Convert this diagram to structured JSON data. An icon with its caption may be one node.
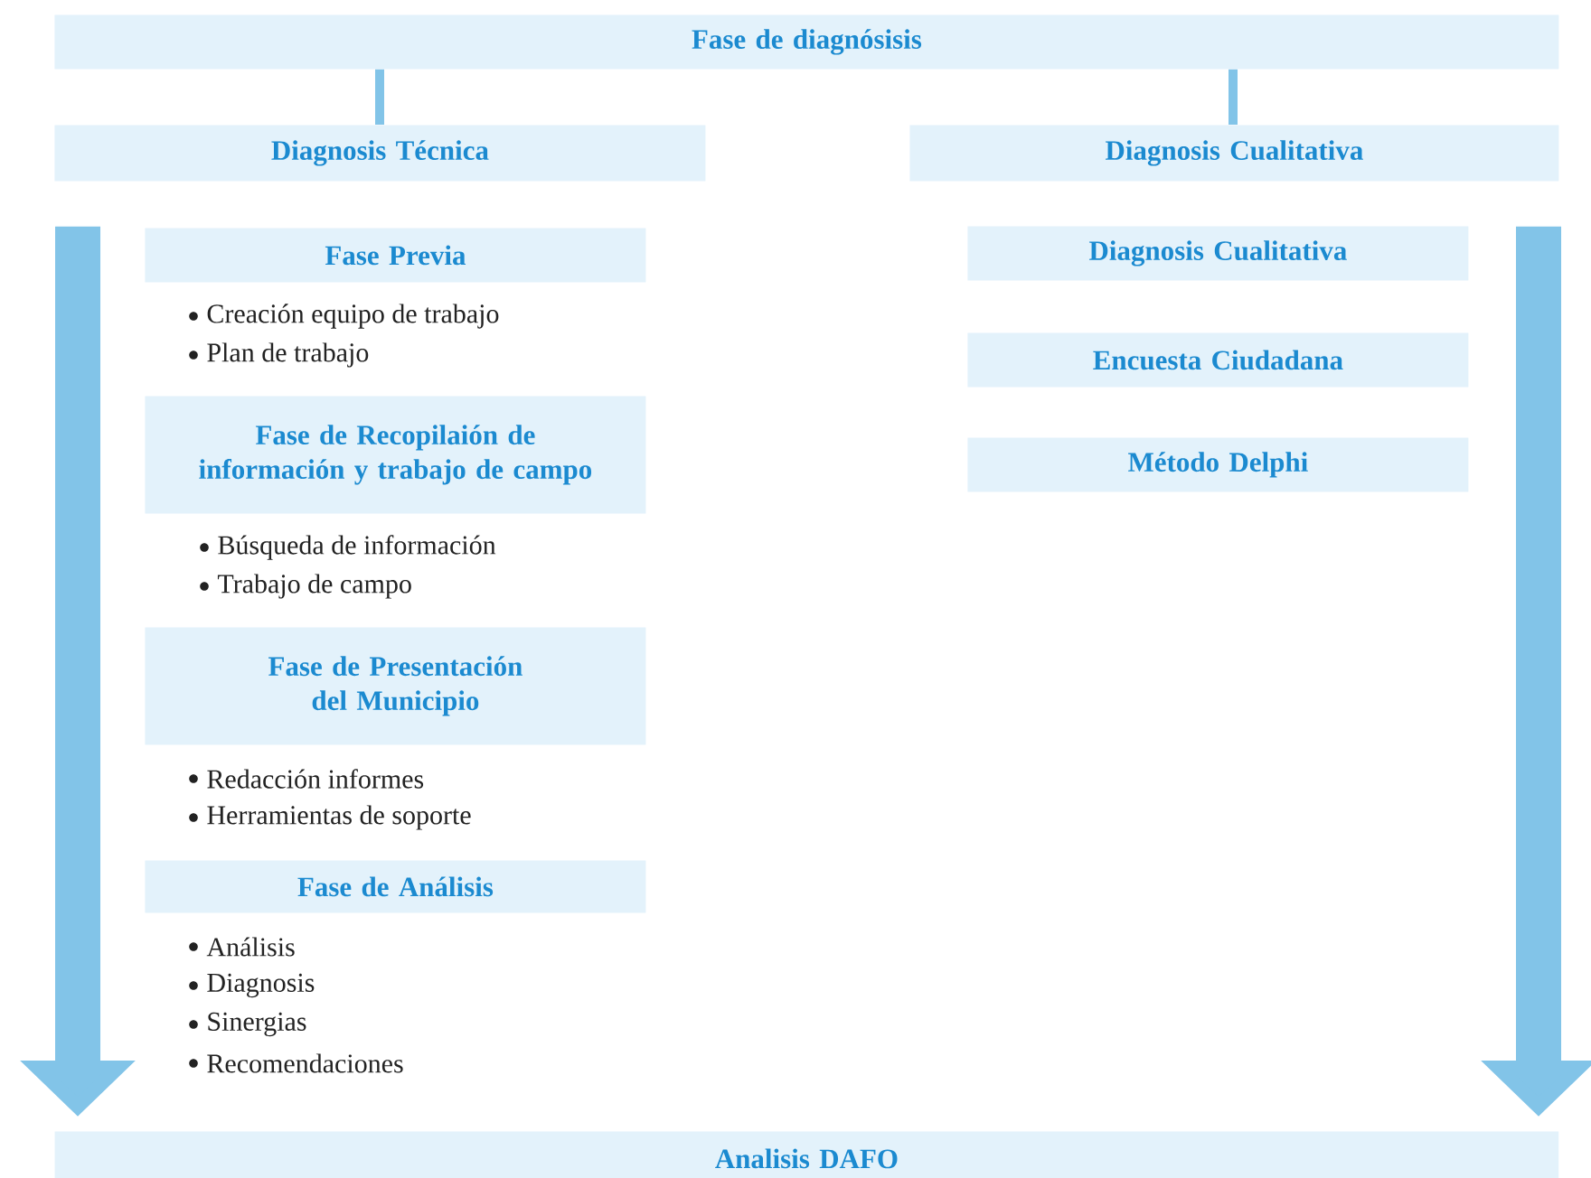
{
  "diagram": {
    "nodes": [
      {
        "text": [
          "Fase de diagnósisis"
        ]
      },
      {
        "text": [
          "Diagnosis Técnica"
        ]
      },
      {
        "text": [
          "Diagnosis Cualitativa"
        ]
      },
      {
        "text": [
          "Fase Previa"
        ],
        "beside": [
          "Creación equipo de trabajo",
          "Plan de trabajo"
        ]
      },
      {
        "text": [
          "Fase de Recopilaión de información y trabajo de campo"
        ],
        "beside": [
          "Búsqueda de información",
          "Trabajo de campo"
        ]
      },
      {
        "text": [
          "Fase de Presentación del Municipio"
        ],
        "beside": [
          "Redacción informes",
          "Herramientas de soporte"
        ]
      },
      {
        "text": [
          "Fase de Análisis"
        ],
        "beside": [
          "Análisis",
          "Diagnosis",
          "Sinergias",
          "Recomendaciones"
        ]
      },
      {
        "text": [
          "Diagnosis Cualitativa"
        ]
      },
      {
        "text": [
          "Encuesta Ciudadana"
        ]
      },
      {
        "text": [
          "Método Delphi"
        ]
      },
      {
        "text": [
          "Analisis DAFO"
        ]
      }
    ],
    "edges": [
      {
        "from": 0,
        "to": 1,
        "arrow": "none"
      },
      {
        "from": 0,
        "to": 2,
        "arrow": "none"
      },
      {
        "from": 1,
        "to": 10,
        "arrow": "to",
        "style": "thick"
      },
      {
        "from": 2,
        "to": 10,
        "arrow": "to",
        "style": "thick"
      }
    ]
  }
}
